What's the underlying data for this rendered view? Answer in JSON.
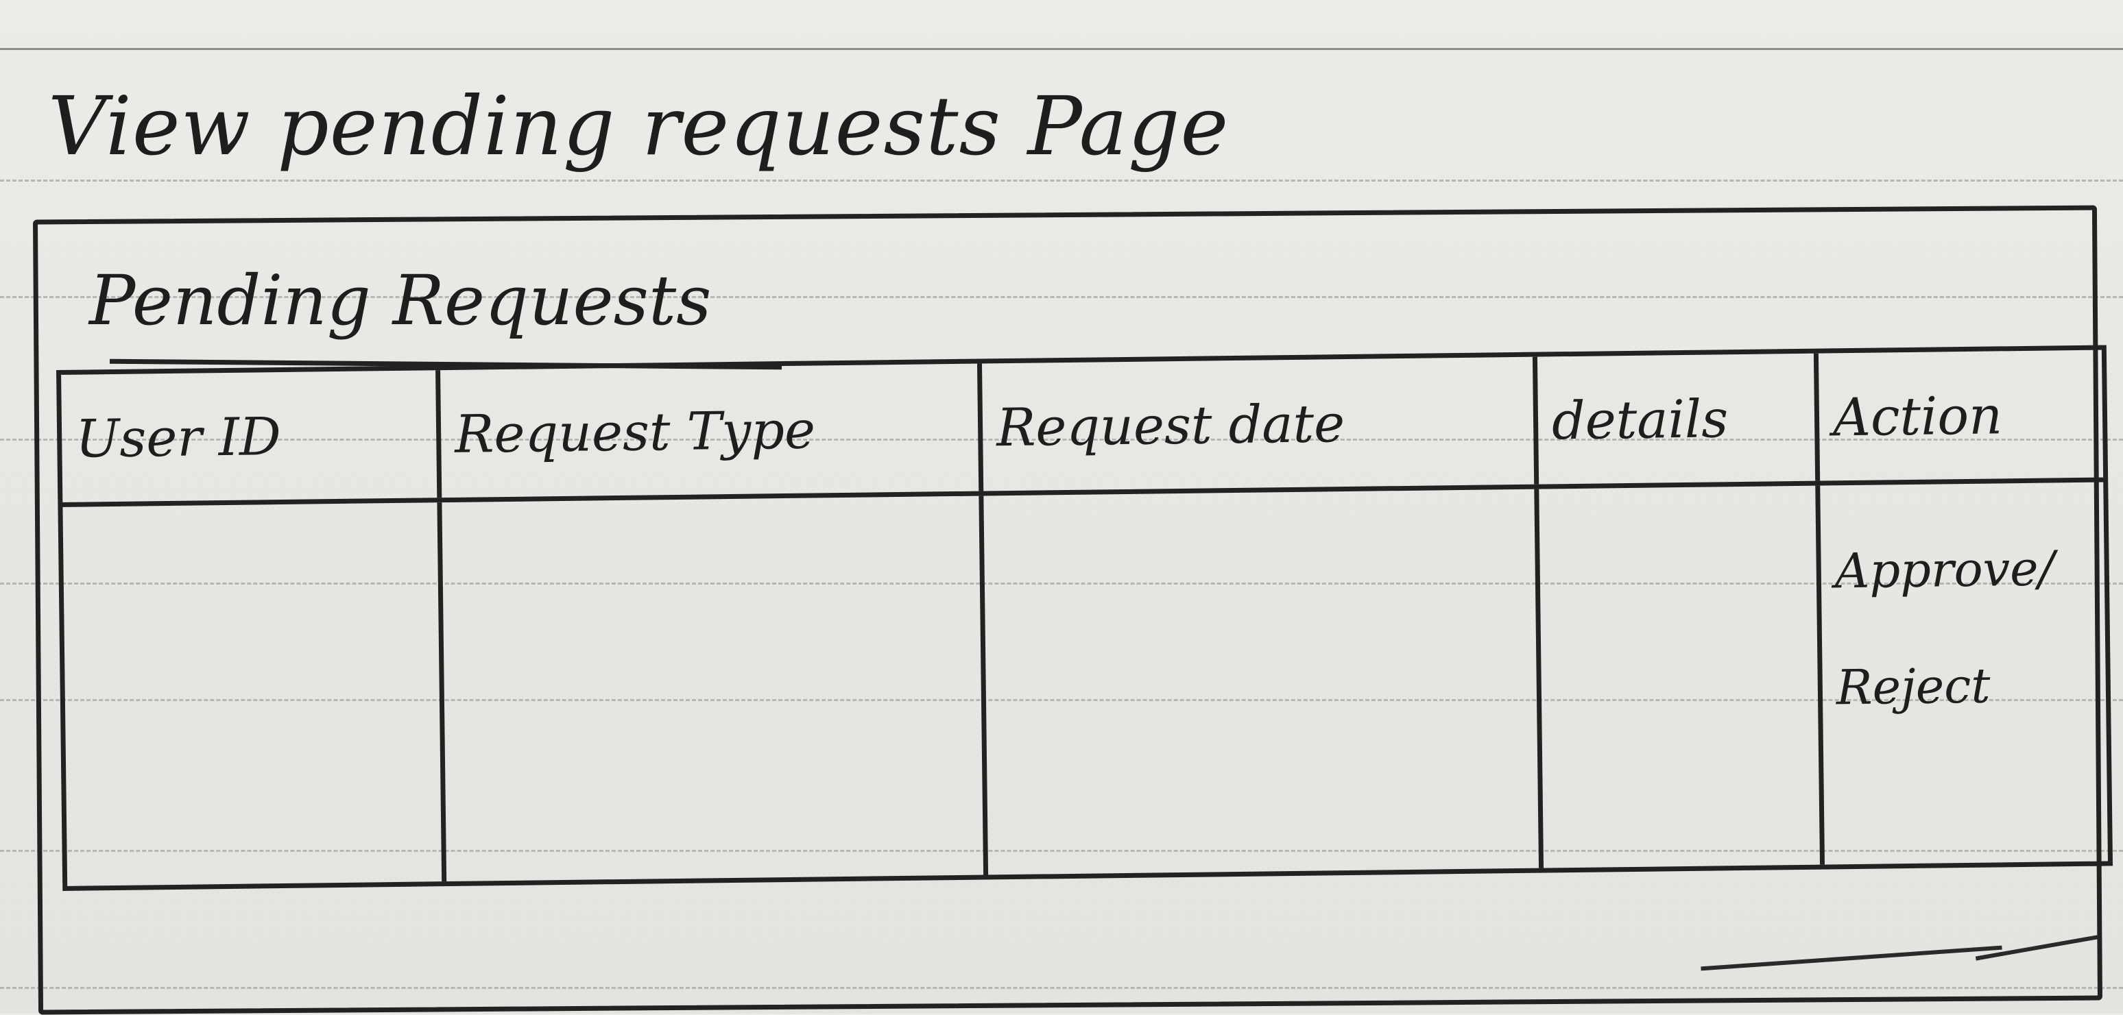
{
  "page": {
    "title": "View pending requests Page"
  },
  "section": {
    "title": "Pending Requests"
  },
  "table": {
    "columns": [
      "User ID",
      "Request Type",
      "Request date",
      "details",
      "Action"
    ],
    "rows": [
      {
        "user_id": "",
        "request_type": "",
        "request_date": "",
        "details": "",
        "action": {
          "approve_label": "Approve/",
          "reject_label": "Reject"
        }
      }
    ]
  }
}
